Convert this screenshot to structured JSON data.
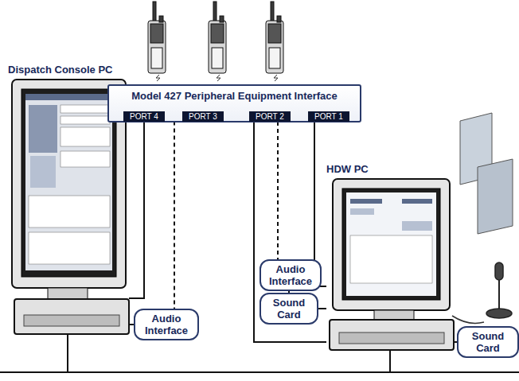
{
  "diagram": {
    "nodes": [
      {
        "text": [
          "Model 427 Peripheral Equipment Interface"
        ]
      },
      {
        "text": [
          "PORT 4"
        ],
        "in": 0
      },
      {
        "text": [
          "PORT 3"
        ],
        "in": 0
      },
      {
        "text": [
          "PORT 2"
        ],
        "in": 0
      },
      {
        "text": [
          "PORT 1"
        ],
        "in": 0
      },
      {
        "text": [
          "Dispatch Console PC"
        ]
      },
      {
        "text": [
          "Audio Interface"
        ]
      },
      {
        "text": [
          "Audio Interface"
        ]
      },
      {
        "text": [
          "Sound Card"
        ]
      },
      {
        "text": [
          "HDW PC"
        ]
      },
      {
        "text": [
          "Sound Card"
        ]
      }
    ],
    "edges": [
      {
        "from": 1,
        "to": 5,
        "arrow": "none"
      },
      {
        "from": 1,
        "to": 6,
        "arrow": "none"
      },
      {
        "from": 6,
        "to": 5,
        "arrow": "none"
      },
      {
        "from": 3,
        "to": 9,
        "arrow": "none"
      },
      {
        "from": 3,
        "to": 7,
        "arrow": "none"
      },
      {
        "from": 7,
        "to": 8,
        "arrow": "none"
      },
      {
        "from": 8,
        "to": 9,
        "arrow": "none"
      },
      {
        "from": 4,
        "to": 9,
        "arrow": "none"
      },
      {
        "from": 10,
        "to": 9,
        "arrow": "none"
      }
    ]
  }
}
